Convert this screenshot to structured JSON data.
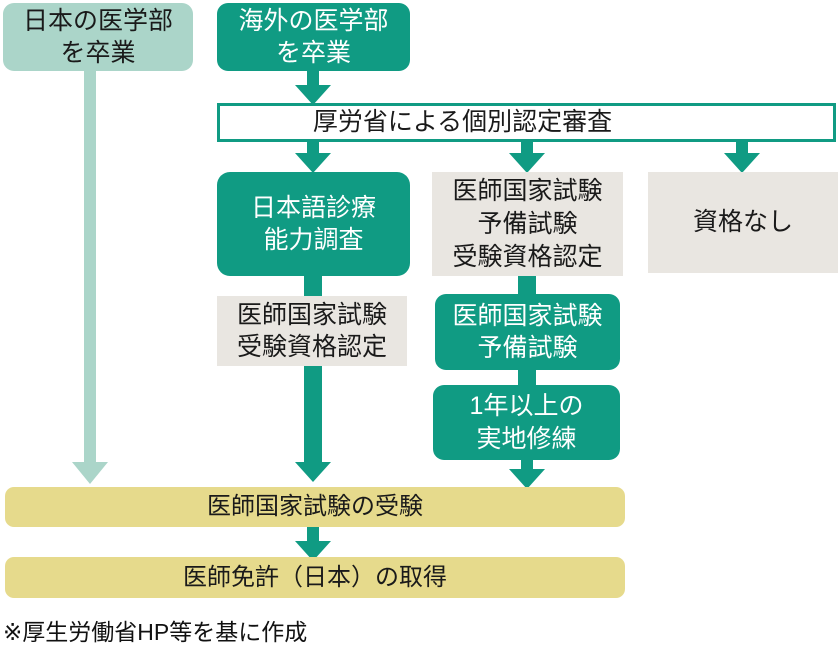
{
  "colors": {
    "teal": "#109b83",
    "light_teal": "#abd5c9",
    "gray": "#e9e6e1",
    "yellow": "#e6da8c"
  },
  "nodes": {
    "graduate_japan": "日本の医学部\nを卒業",
    "graduate_overseas": "海外の医学部\nを卒業",
    "mhlw_review": "厚労省による個別認定審査",
    "clinical_survey": "日本語診療\n能力調査",
    "prelim_exam_eligibility": "医師国家試験\n予備試験\n受験資格認定",
    "no_qualification": "資格なし",
    "exam_eligibility": "医師国家試験\n受験資格認定",
    "prelim_exam": "医師国家試験\n予備試験",
    "practical_training": "1年以上の\n実地修練",
    "national_exam": "医師国家試験の受験",
    "license": "医師免許（日本）の取得"
  },
  "footnote": "※厚生労働省HP等を基に作成"
}
